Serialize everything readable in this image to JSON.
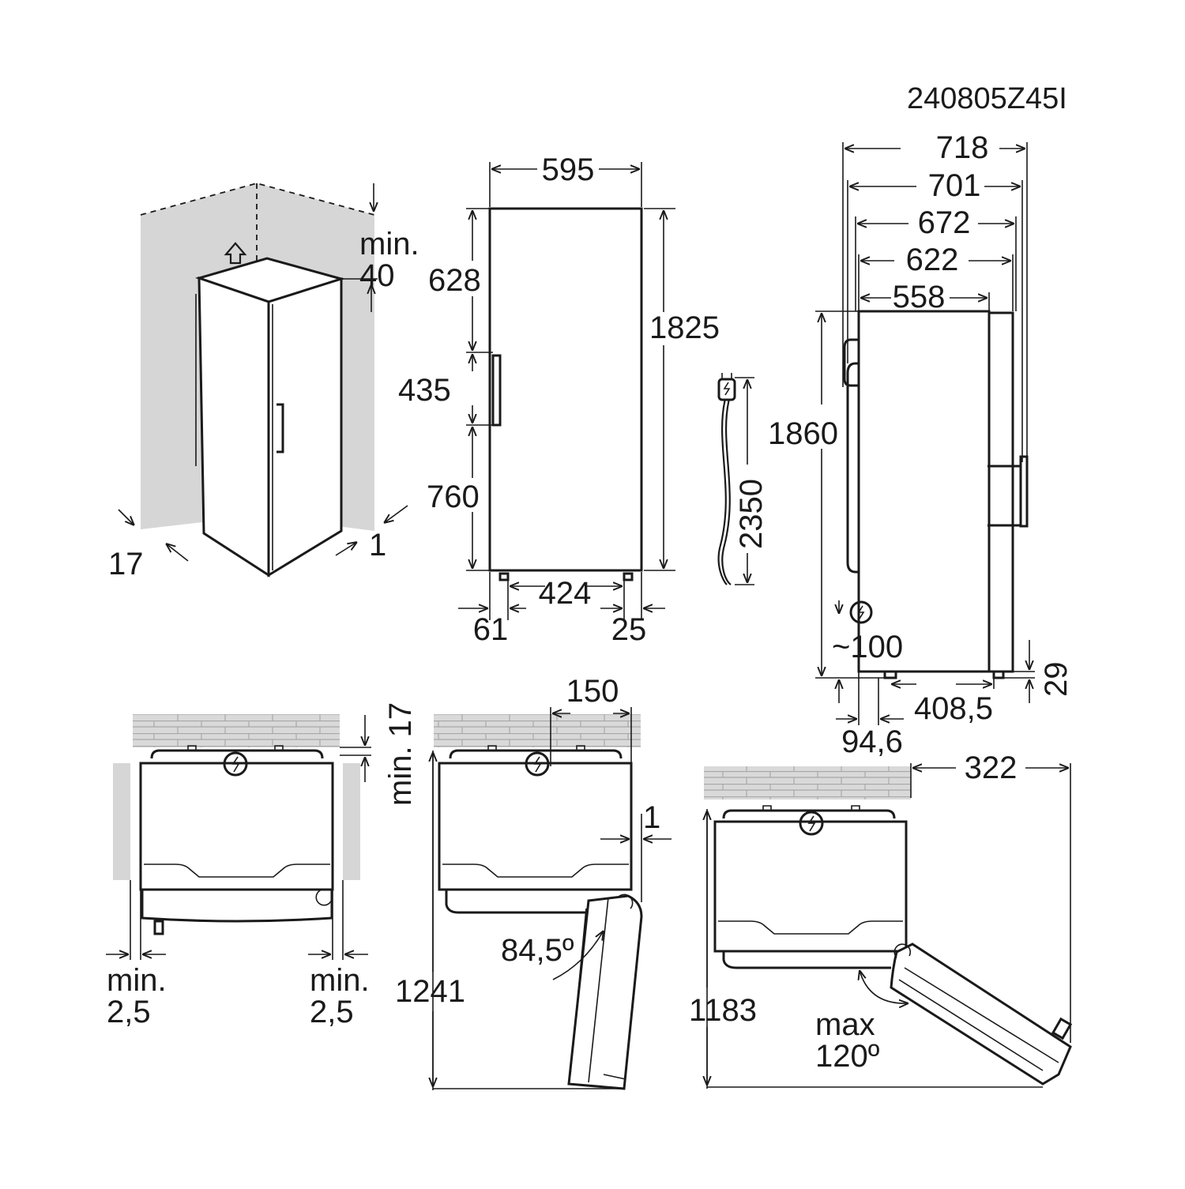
{
  "product_code": "240805Z45I",
  "perspective": {
    "top_clearance": "min.\n40",
    "side_gap_left": "17",
    "side_gap_right": "1"
  },
  "front_view": {
    "width": "595",
    "height": "1825",
    "upper_section": "628",
    "handle_height": "435",
    "lower_section": "760",
    "feet_span": "424",
    "left_foot_offset": "61",
    "right_foot_offset": "25"
  },
  "cable": {
    "length": "2350"
  },
  "side_view": {
    "depths": [
      "718",
      "701",
      "672",
      "622",
      "558"
    ],
    "height": "1860",
    "socket_height": "~100",
    "foot_depth": "408,5",
    "rear_foot_offset": "94,6",
    "front_foot_height": "29"
  },
  "top_view_clearance": {
    "wall_gap": "min. 17",
    "left_gap": "min.\n2,5",
    "right_gap": "min.\n2,5"
  },
  "top_view_door_90": {
    "door_overhang": "150",
    "side_gap": "1",
    "angle": "84,5º",
    "total_depth": "1241"
  },
  "top_view_door_max": {
    "width_extra": "322",
    "total_depth": "1183",
    "max_angle": "max\n120º"
  }
}
